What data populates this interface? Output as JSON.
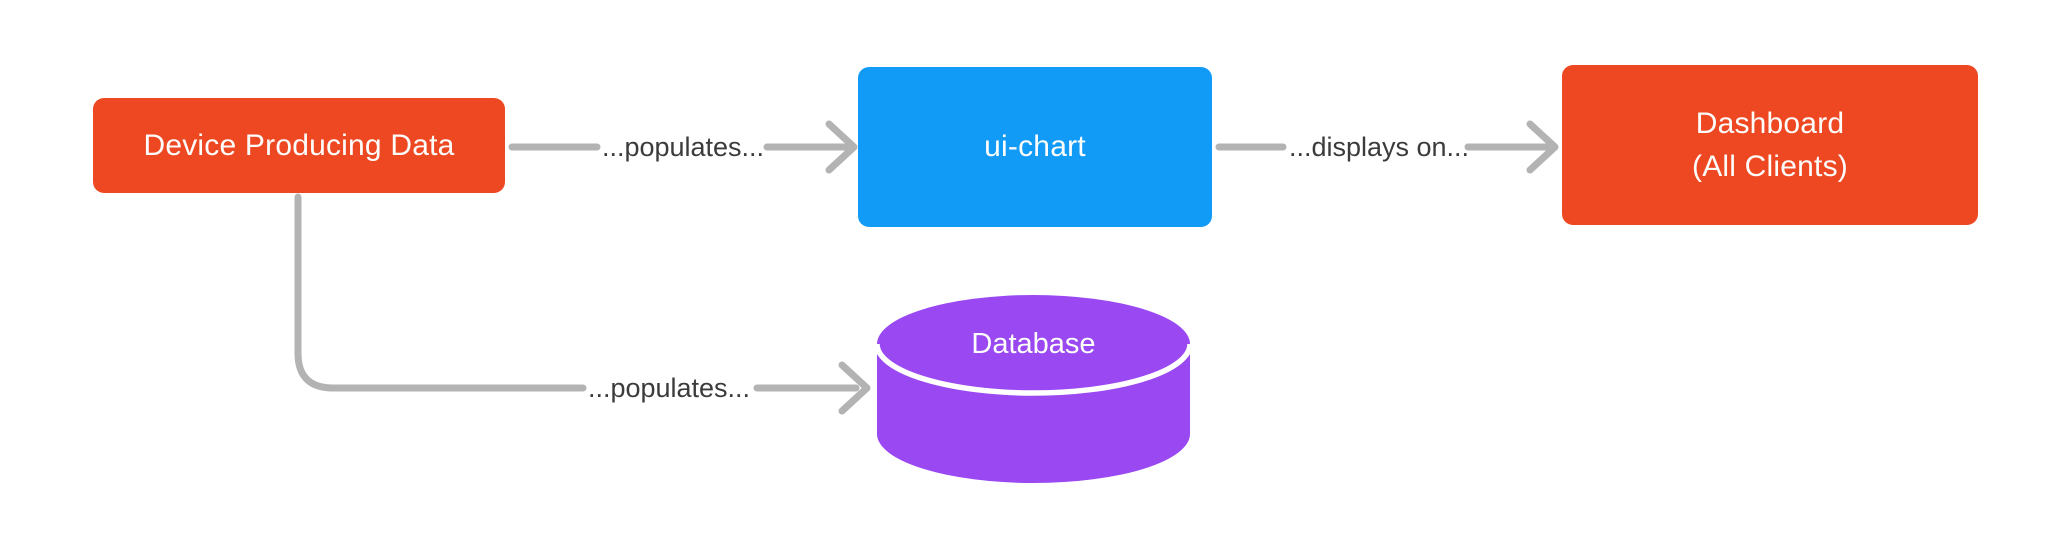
{
  "diagram": {
    "title": "",
    "nodes": {
      "device": {
        "label": "Device Producing Data",
        "shape": "rounded-rect",
        "color": "#EE4823"
      },
      "ui_chart": {
        "label": "ui-chart",
        "shape": "rounded-rect",
        "color": "#119BF7"
      },
      "dashboard": {
        "label_line1": "Dashboard",
        "label_line2": "(All Clients)",
        "shape": "rounded-rect",
        "color": "#EE4823"
      },
      "database": {
        "label": "Database",
        "shape": "cylinder",
        "color": "#9A48F2"
      }
    },
    "edges": {
      "device_to_uichart": {
        "label": "...populates...",
        "from": "device",
        "to": "ui_chart"
      },
      "uichart_to_dashboard": {
        "label": "...displays on...",
        "from": "ui_chart",
        "to": "dashboard"
      },
      "device_to_database": {
        "label": "...populates...",
        "from": "device",
        "to": "database"
      }
    },
    "colors": {
      "node_orange": "#EE4823",
      "node_blue": "#119BF7",
      "node_purple": "#9A48F2",
      "connector_gray": "#B3B3B3",
      "cylinder_stripe": "#FFFFFF",
      "edge_label_text": "#3B3B3B",
      "node_text": "#FDFDFC",
      "background": "#FFFFFF"
    }
  }
}
